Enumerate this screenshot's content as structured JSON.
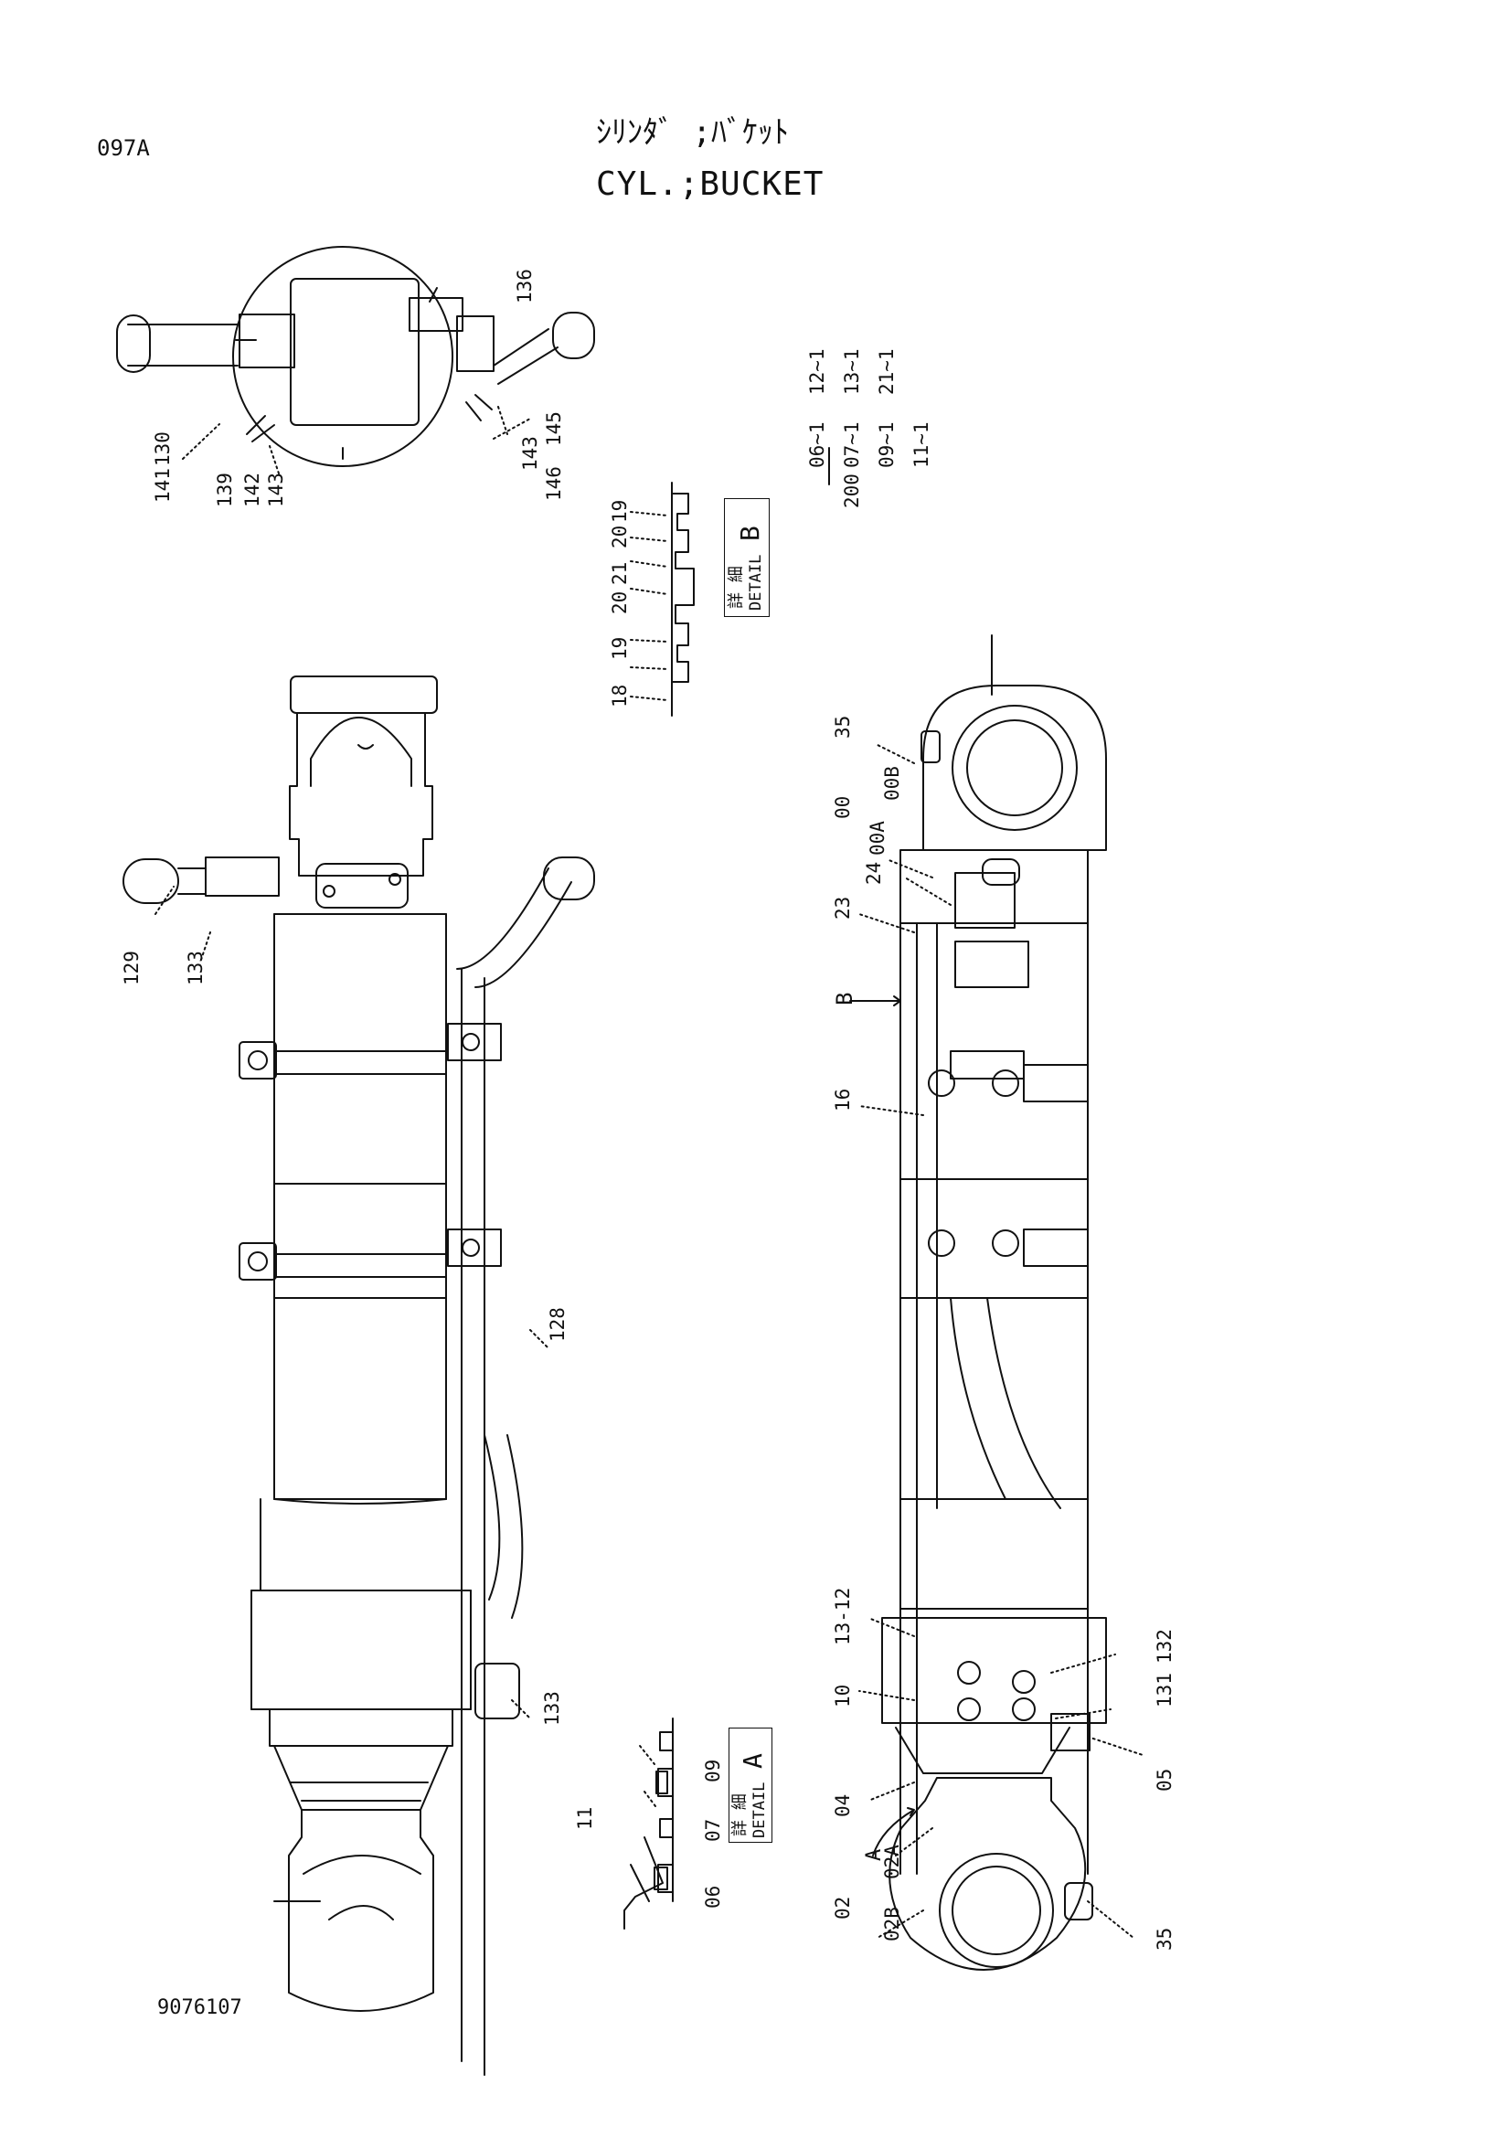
{
  "header": {
    "page_code": "097A",
    "title_jp": "ｼﾘﾝﾀﾞ ;ﾊﾞｹｯﾄ",
    "title_en": "CYL.;BUCKET"
  },
  "footer": {
    "drawing_number": "9076107"
  },
  "details": [
    {
      "id": "B",
      "jp": "詳 細",
      "en": "DETAIL"
    },
    {
      "id": "A",
      "jp": "詳 細",
      "en": "DETAIL"
    }
  ],
  "callouts": {
    "top_view": [
      "136",
      "130",
      "141",
      "139",
      "142",
      "143",
      "143",
      "146",
      "145"
    ],
    "kit_list": [
      "12~1",
      "13~1",
      "21~1",
      "06~1",
      "07~1",
      "09~1",
      "11~1",
      "200"
    ],
    "detail_b": [
      "18",
      "19",
      "20",
      "21",
      "20",
      "19"
    ],
    "detail_a": [
      "11",
      "06",
      "07",
      "09"
    ],
    "left_view": [
      "129",
      "133",
      "128",
      "133"
    ],
    "right_view": [
      "35",
      "00",
      "00B",
      "00A",
      "24",
      "23",
      "B",
      "16",
      "13-12",
      "10",
      "131",
      "132",
      "05",
      "04",
      "A",
      "02A",
      "02",
      "02B",
      "35"
    ]
  }
}
